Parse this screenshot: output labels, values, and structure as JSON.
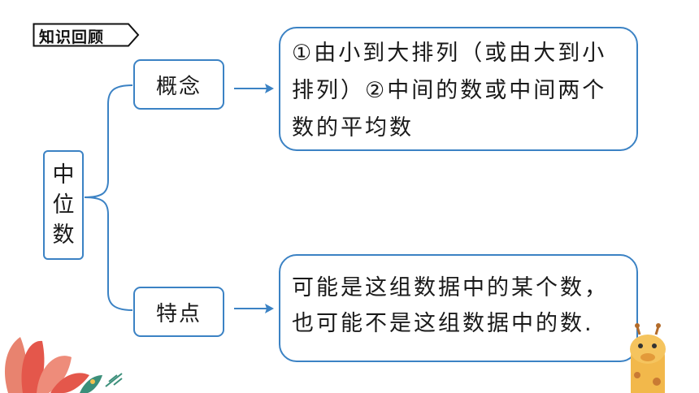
{
  "header": {
    "tag": "知识回顾"
  },
  "root": {
    "chars": [
      "中",
      "位",
      "数"
    ]
  },
  "branches": [
    {
      "label": "概念",
      "text": "①由小到大排列（或由大到小排列）②中间的数或中间两个数的平均数"
    },
    {
      "label": "特点",
      "text": "可能是这组数据中的某个数，也可能不是这组数据中的数."
    }
  ],
  "colors": {
    "line": "#3b82c4",
    "leaf": "#e4574b"
  }
}
